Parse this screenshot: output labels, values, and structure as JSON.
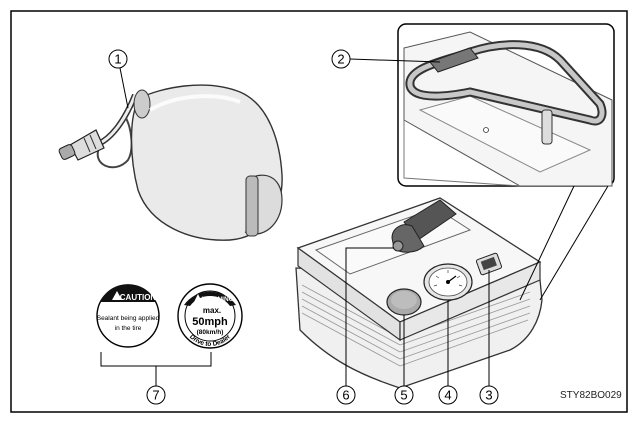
{
  "figure": {
    "code": "STY82BO029",
    "callouts": [
      "1",
      "2",
      "3",
      "4",
      "5",
      "6",
      "7"
    ]
  },
  "labels": {
    "caution": {
      "title": "CAUTION",
      "line1": "Sealant being applied",
      "line2": "in the tire"
    },
    "warning": {
      "title": "WARNING",
      "max": "max.",
      "speed": "50mph",
      "kmh": "(80km/h)",
      "arc": "Drive to Dealer"
    }
  }
}
